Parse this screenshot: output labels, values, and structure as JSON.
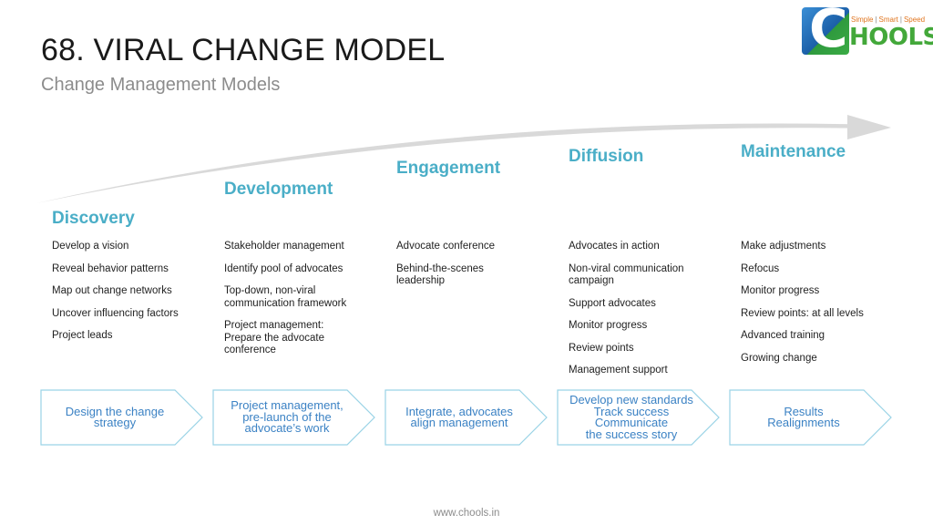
{
  "header": {
    "title": "68. VIRAL CHANGE MODEL",
    "subtitle": "Change Management Models"
  },
  "logo": {
    "tagline": [
      "Simple",
      "Smart",
      "Speed"
    ],
    "letter": "C",
    "word": "HOOLS"
  },
  "stages": [
    {
      "title": "Discovery",
      "items": [
        "Develop a vision",
        "Reveal behavior patterns",
        "Map out change networks",
        "Uncover influencing factors",
        "Project leads"
      ],
      "summary": [
        "Design the change",
        "strategy"
      ]
    },
    {
      "title": "Development",
      "items": [
        "Stakeholder management",
        "Identify pool of advocates",
        "Top-down, non-viral communication framework",
        "Project management: Prepare the advocate conference"
      ],
      "summary": [
        "Project management,",
        "pre-launch of the",
        "advocate’s work"
      ]
    },
    {
      "title": "Engagement",
      "items": [
        "Advocate conference",
        "Behind-the-scenes leadership"
      ],
      "summary": [
        "Integrate, advocates",
        "align management"
      ]
    },
    {
      "title": "Diffusion",
      "items": [
        "Advocates in action",
        "Non-viral communication campaign",
        "Support advocates",
        "Monitor progress",
        "Review points",
        "Management support"
      ],
      "summary": [
        "Develop new standards",
        "Track success",
        "Communicate",
        "the success story"
      ]
    },
    {
      "title": "Maintenance",
      "items": [
        "Make adjustments",
        "Refocus",
        "Monitor progress",
        "Review points: at all levels",
        "Advanced training",
        "Growing change"
      ],
      "summary": [
        "Results",
        "Realignments"
      ]
    }
  ],
  "colors": {
    "accent": "#4aaec7",
    "chevron_stroke": "#9ad3e6",
    "chevron_text": "#3b82c4",
    "arrow": "#d9d9d9"
  },
  "footer": {
    "url": "www.chools.in"
  }
}
